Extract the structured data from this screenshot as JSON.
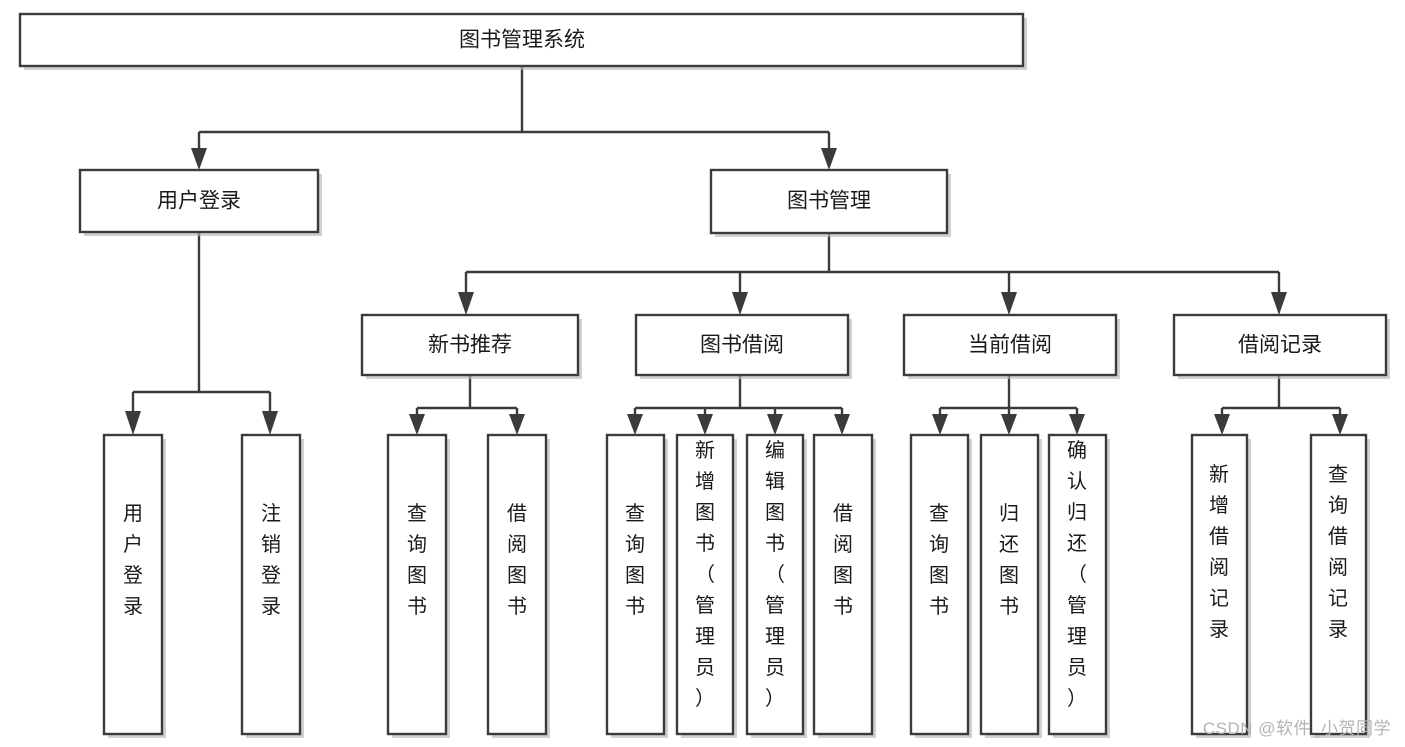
{
  "diagram": {
    "title": "图书管理系统",
    "type": "tree-hierarchy-diagram",
    "colors": {
      "stroke": "#3b3b3b",
      "fill": "#ffffff",
      "text": "#1a1a1a",
      "shadow": "#b9b9b9",
      "watermark": "#b4b4b4"
    },
    "root": {
      "label": "图书管理系统"
    },
    "level1": [
      {
        "label": "用户登录"
      },
      {
        "label": "图书管理"
      }
    ],
    "level2": [
      {
        "label": "新书推荐"
      },
      {
        "label": "图书借阅"
      },
      {
        "label": "当前借阅"
      },
      {
        "label": "借阅记录"
      }
    ],
    "leaves": {
      "user_login": [
        {
          "label": "用户登录"
        },
        {
          "label": "注销登录"
        }
      ],
      "new_book_recommend": [
        {
          "label": "查询图书"
        },
        {
          "label": "借阅图书"
        }
      ],
      "book_borrow": [
        {
          "label": "查询图书"
        },
        {
          "label": "新增图书（管理员）"
        },
        {
          "label": "编辑图书（管理员）"
        },
        {
          "label": "借阅图书"
        }
      ],
      "current_borrow": [
        {
          "label": "查询图书"
        },
        {
          "label": "归还图书"
        },
        {
          "label": "确认归还（管理员）"
        }
      ],
      "borrow_record": [
        {
          "label": "新增借阅记录"
        },
        {
          "label": "查询借阅记录"
        }
      ]
    }
  },
  "watermark": {
    "text": "CSDN @软件_小贺同学"
  }
}
